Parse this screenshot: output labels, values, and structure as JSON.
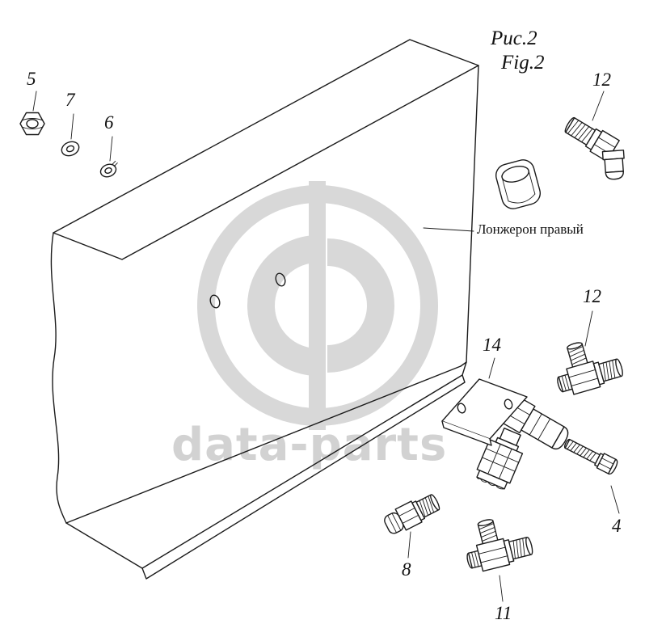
{
  "figure": {
    "ru": "Рис.2",
    "en": "Fig.2"
  },
  "note": {
    "beam": "Лонжерон правый"
  },
  "watermark": {
    "text": "data-parts"
  },
  "callouts": {
    "c5": "5",
    "c7": "7",
    "c6": "6",
    "c12_elbow": "12",
    "c12_tee": "12",
    "c14": "14",
    "c4": "4",
    "c8": "8",
    "c11": "11"
  },
  "colors": {
    "line": "#1b1b1b",
    "watermark": "#d8d8d8",
    "background": "#ffffff"
  }
}
